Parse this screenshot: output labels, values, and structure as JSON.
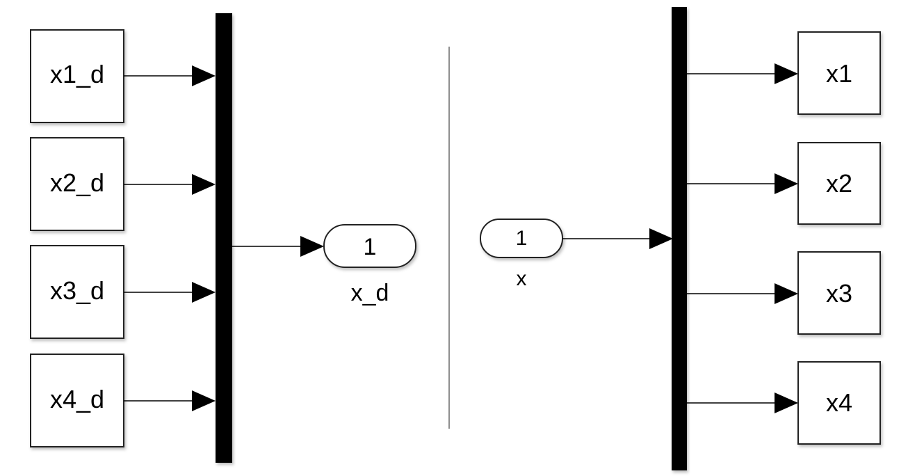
{
  "mux_inputs": [
    "x1_d",
    "x2_d",
    "x3_d",
    "x4_d"
  ],
  "outport": {
    "number": "1",
    "name": "x_d"
  },
  "inport": {
    "number": "1",
    "name": "x"
  },
  "demux_outputs": [
    "x1",
    "x2",
    "x3",
    "x4"
  ]
}
